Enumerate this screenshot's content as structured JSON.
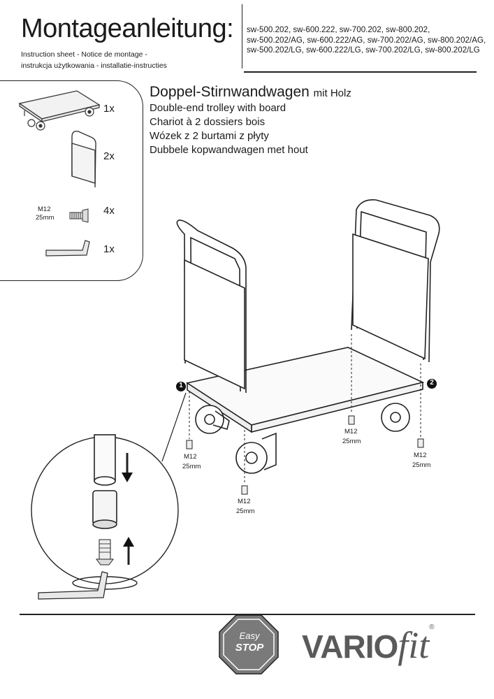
{
  "header": {
    "title": "Montageanleitung:",
    "subtitle_line1": "Instruction sheet - Notice de montage -",
    "subtitle_line2": "instrukcja użytkowania - installatie-instructies",
    "models": [
      "sw-500.202, sw-600.222, sw-700.202, sw-800.202,",
      "sw-500.202/AG, sw-600.222/AG, sw-700.202/AG, sw-800.202/AG,",
      "sw-500.202/LG, sw-600.222/LG, sw-700.202/LG, sw-800.202/LG"
    ]
  },
  "parts": {
    "items": [
      {
        "icon": "trolley-base-icon",
        "qty": "1x"
      },
      {
        "icon": "end-frame-icon",
        "qty": "2x"
      },
      {
        "icon": "screw-icon",
        "qty": "4x",
        "label1": "M12",
        "label2": "25mm"
      },
      {
        "icon": "allen-key-icon",
        "qty": "1x"
      }
    ]
  },
  "product": {
    "name_de": "Doppel-Stirnwandwagen",
    "name_de_suffix": "mit Holz",
    "name_en": "Double-end trolley with board",
    "name_fr": "Chariot à 2 dossiers bois",
    "name_pl": "Wózek z 2 burtami z płyty",
    "name_nl": "Dubbele kopwandwagen met hout"
  },
  "diagram": {
    "markers": [
      "1",
      "2"
    ],
    "screw_size": "M12",
    "screw_length": "25mm"
  },
  "footer": {
    "badge_line1": "Easy",
    "badge_line2": "STOP",
    "brand_main": "VARIO",
    "brand_accent": "fit",
    "brand_mark": "®"
  },
  "colors": {
    "ink": "#1a1a1a",
    "logo_gray": "#5a5a5a",
    "badge_gray": "#7a7a7a"
  }
}
